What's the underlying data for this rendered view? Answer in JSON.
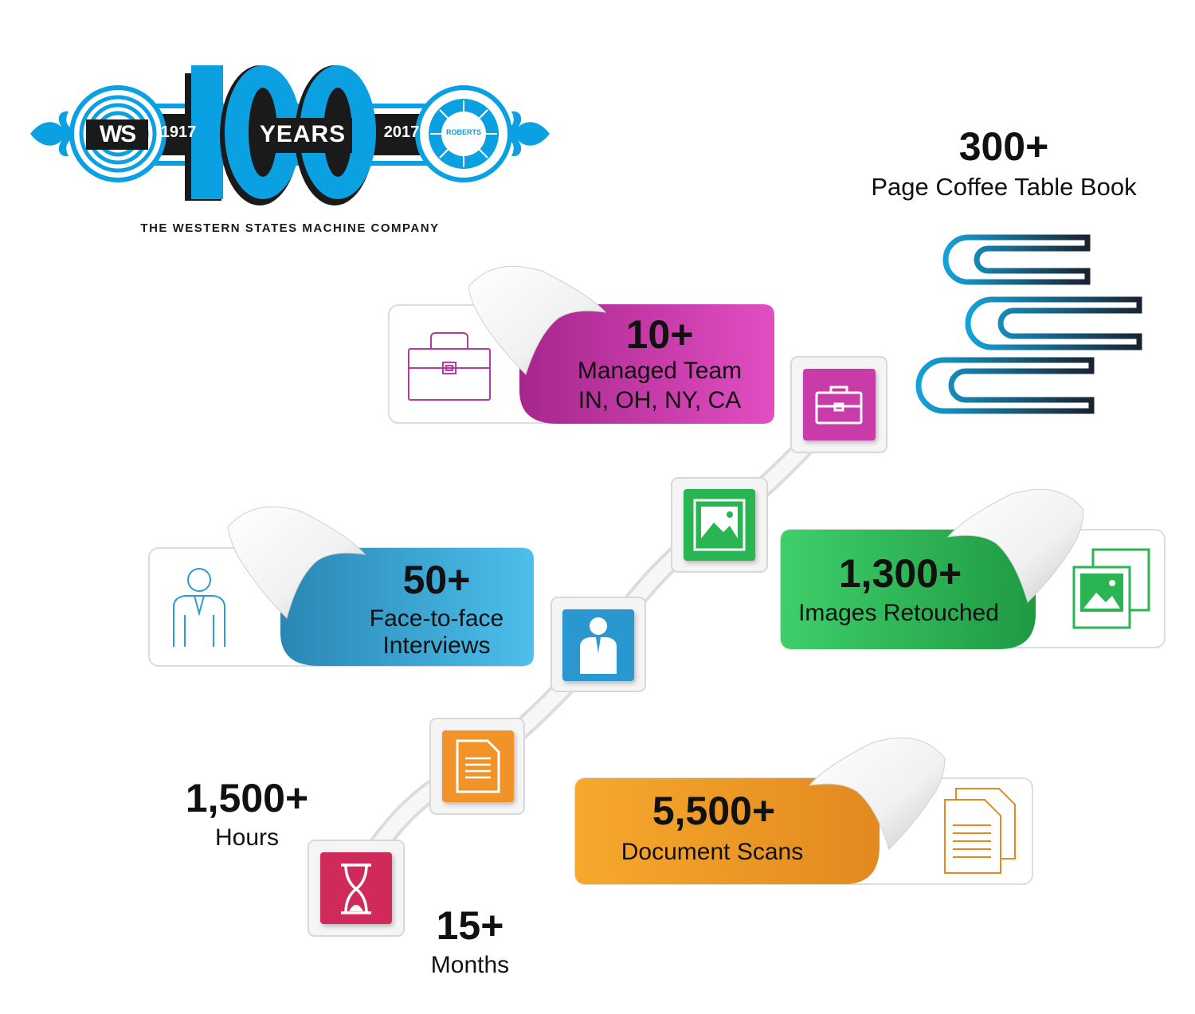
{
  "logo": {
    "monogram": "WS",
    "year_start": "1917",
    "big_number": "100",
    "years_word": "YEARS",
    "year_end": "2017",
    "seal_text": "ROBERTS",
    "company": "THE WESTERN STATES MACHINE COMPANY"
  },
  "stats": {
    "book": {
      "value": "300+",
      "label": "Page Coffee Table Book",
      "icon": "books-icon"
    },
    "team": {
      "value": "10+",
      "label_line1": "Managed Team",
      "label_line2": "IN, OH, NY, CA",
      "icon": "briefcase-icon"
    },
    "interviews": {
      "value": "50+",
      "label_line1": "Face-to-face",
      "label_line2": "Interviews",
      "icon": "person-icon"
    },
    "images": {
      "value": "1,300+",
      "label": "Images Retouched",
      "icon": "image-icon"
    },
    "scans": {
      "value": "5,500+",
      "label": "Document Scans",
      "icon": "document-icon"
    },
    "hours": {
      "value": "1,500+",
      "label": "Hours",
      "icon": "document-icon"
    },
    "months": {
      "value": "15+",
      "label": "Months",
      "icon": "hourglass-icon"
    }
  },
  "colors": {
    "logo_blue": "#0aa0e2",
    "magenta": "#c93aa9",
    "blue": "#3aa7d8",
    "green": "#2bb552",
    "orange": "#f0a02a",
    "crimson": "#cf2a5a",
    "text": "#111111"
  }
}
